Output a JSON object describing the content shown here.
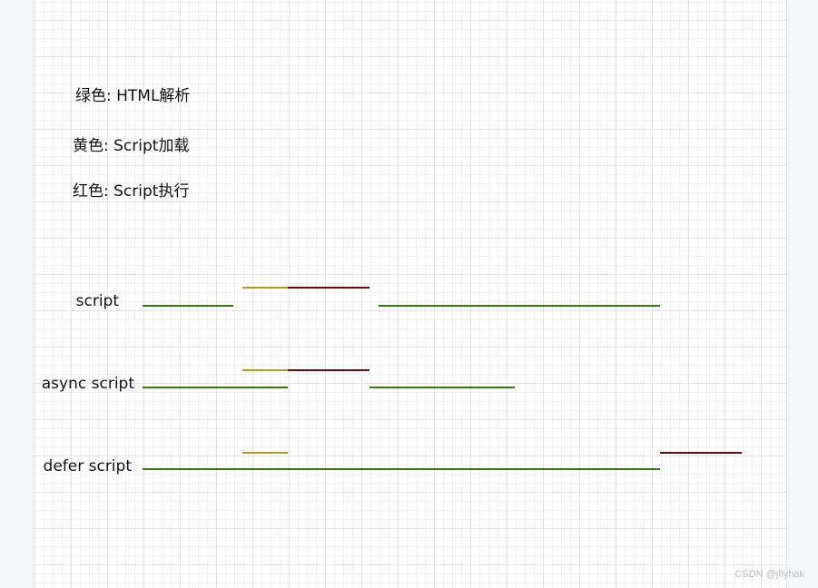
{
  "legend": {
    "green": "绿色: HTML解析",
    "yellow": "黄色: Script加载",
    "red": "红色: Script执行"
  },
  "colors": {
    "parse": "#2f7d0f",
    "load": "#b89a1a",
    "execute": "#6e0a0a"
  },
  "rows": [
    {
      "label": "script",
      "segments": [
        {
          "kind": "parse",
          "start": 0,
          "end": 5
        },
        {
          "kind": "load",
          "start": 5.5,
          "end": 8
        },
        {
          "kind": "execute",
          "start": 8,
          "end": 12.5
        },
        {
          "kind": "parse",
          "start": 13,
          "end": 28.5
        }
      ]
    },
    {
      "label": "async script",
      "segments": [
        {
          "kind": "parse",
          "start": 0,
          "end": 8
        },
        {
          "kind": "load",
          "start": 5.5,
          "end": 8
        },
        {
          "kind": "execute",
          "start": 8,
          "end": 12.5
        },
        {
          "kind": "parse",
          "start": 12.5,
          "end": 20.5
        }
      ]
    },
    {
      "label": "defer script",
      "segments": [
        {
          "kind": "parse",
          "start": 0,
          "end": 28.5
        },
        {
          "kind": "load",
          "start": 5.5,
          "end": 8
        },
        {
          "kind": "execute",
          "start": 28.5,
          "end": 33
        }
      ]
    }
  ],
  "watermark": "CSDN @jflyhak"
}
